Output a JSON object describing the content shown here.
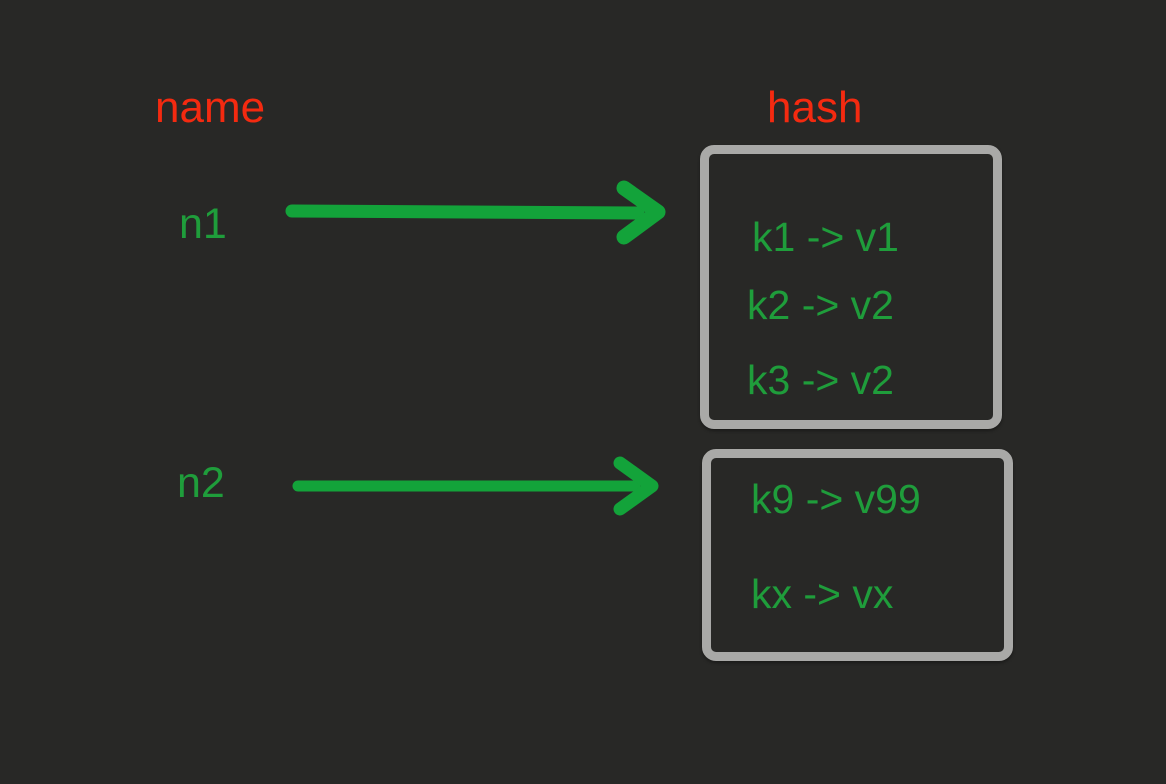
{
  "diagram": {
    "title_columns": {
      "name_label": "name",
      "hash_label": "hash"
    },
    "colors": {
      "background": "#282826",
      "heading_red": "#f42a10",
      "text_green": "#1f9d3b",
      "arrow_green": "#13a33a",
      "box_border_gray": "#a9a9a7"
    },
    "nodes": [
      {
        "name": "n1",
        "arrow": "arrow-n1",
        "hash": {
          "entries": [
            "k1 -> v1",
            "k2 -> v2",
            "k3 -> v2"
          ]
        }
      },
      {
        "name": "n2",
        "arrow": "arrow-n2",
        "hash": {
          "entries": [
            "k9 -> v99",
            "kx -> vx"
          ]
        }
      }
    ],
    "icons": {
      "arrow_right": "arrow-right-icon"
    }
  }
}
